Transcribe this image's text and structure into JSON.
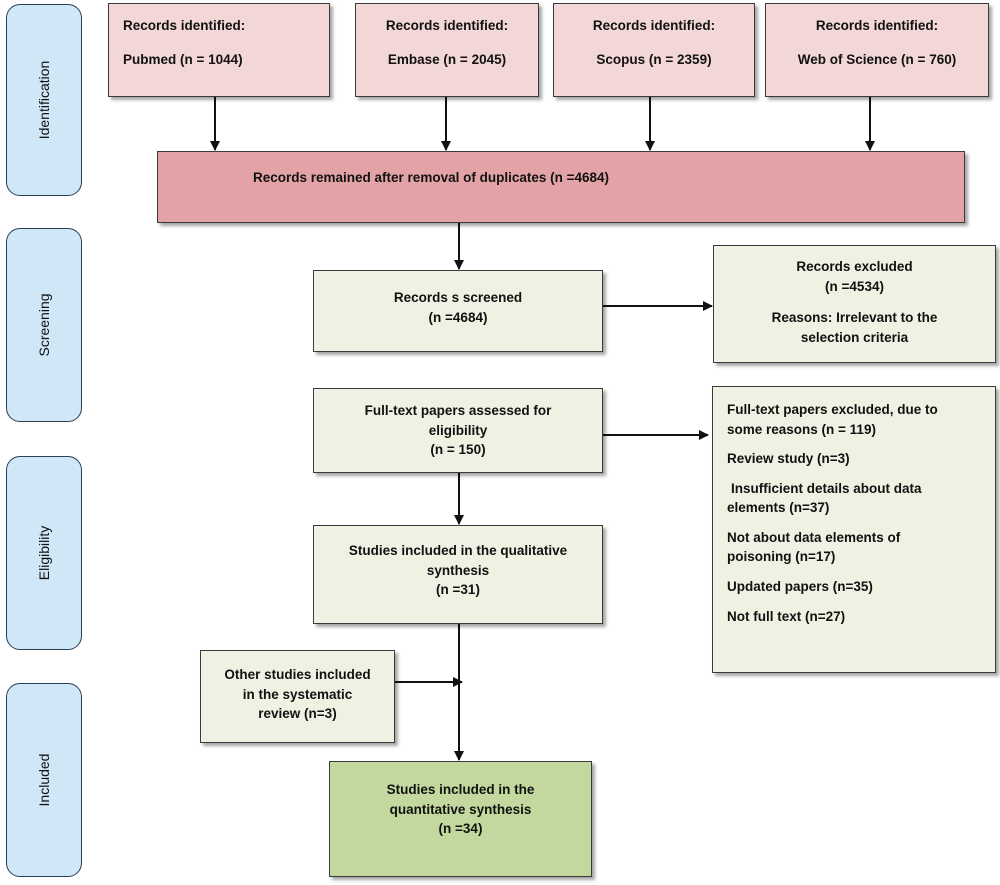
{
  "stages": {
    "identification": "Identification",
    "screening": "Screening",
    "eligibility": "Eligibility",
    "included": "Included"
  },
  "sources": [
    {
      "heading": "Records identified:",
      "detail": "Pubmed (n = 1044)"
    },
    {
      "heading": "Records identified:",
      "detail": "Embase (n = 2045)"
    },
    {
      "heading": "Records identified:",
      "detail": "Scopus (n = 2359)"
    },
    {
      "heading": "Records identified:",
      "detail": "Web of Science (n = 760)"
    }
  ],
  "duplicates": "Records remained after removal of duplicates (n =4684)",
  "screened": {
    "line1": "Records s screened",
    "line2": "(n =4684)"
  },
  "excluded": {
    "line1": "Records excluded",
    "line2": "(n =4534)",
    "reason1": "Reasons: Irrelevant to the",
    "reason2": "selection criteria"
  },
  "fulltext": {
    "line1": "Full-text papers assessed for",
    "line2": "eligibility",
    "line3": "(n = 150)"
  },
  "fulltext_excluded": {
    "title1": "Full-text papers excluded, due to",
    "title2": "some reasons (n = 119)",
    "items": [
      "Review study (n=3)",
      "Insufficient details about data",
      "elements (n=37)",
      "Not about data elements of",
      "poisoning (n=17)",
      "Updated papers (n=35)",
      "Not full text (n=27)"
    ]
  },
  "qualitative": {
    "line1": "Studies included in the qualitative",
    "line2": "synthesis",
    "line3": "(n =31)"
  },
  "other": {
    "line1": "Other studies included",
    "line2": "in the systematic",
    "line3": "review (n=3)"
  },
  "quantitative": {
    "line1": "Studies included in the",
    "line2": "quantitative synthesis",
    "line3": "(n =34)"
  },
  "colors": {
    "stage_fill": "#cfe7f6",
    "source_fill": "#f3d6d6",
    "duplicates_fill": "#e3a3a6",
    "process_fill": "#eef2e2",
    "final_fill": "#c3d89e"
  }
}
